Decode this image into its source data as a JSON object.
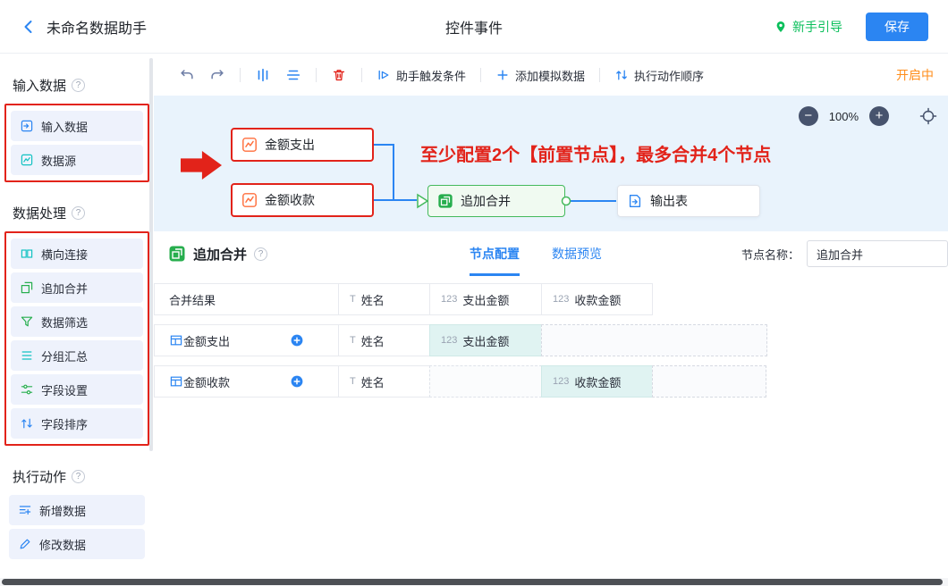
{
  "colors": {
    "accent_blue": "#2b85f2",
    "highlight_red": "#e2231a",
    "green": "#27ae4e",
    "teal": "#13c2c2",
    "orange_status": "#ff8d1a",
    "guide_green": "#0abf5b",
    "canvas_bg": "#e9f3fc",
    "teal_cell_bg": "#e0f3f2",
    "sidebar_item_bg": "#eef2fc"
  },
  "icons": {
    "help": "?",
    "zoom_out": "−",
    "zoom_in": "+"
  },
  "header": {
    "title": "未命名数据助手",
    "page_title": "控件事件",
    "guide": "新手引导",
    "save": "保存"
  },
  "sidebar": {
    "sections": [
      {
        "title": "输入数据",
        "items": [
          {
            "label": "输入数据"
          },
          {
            "label": "数据源"
          }
        ]
      },
      {
        "title": "数据处理",
        "items": [
          {
            "label": "横向连接"
          },
          {
            "label": "追加合并"
          },
          {
            "label": "数据筛选"
          },
          {
            "label": "分组汇总"
          },
          {
            "label": "字段设置"
          },
          {
            "label": "字段排序"
          }
        ]
      },
      {
        "title": "执行动作",
        "items": [
          {
            "label": "新增数据"
          },
          {
            "label": "修改数据"
          }
        ]
      }
    ]
  },
  "toolbar": {
    "trigger": "助手触发条件",
    "mock": "添加模拟数据",
    "order": "执行动作顺序",
    "status": "开启中"
  },
  "canvas": {
    "zoom": "100%",
    "annotation": "至少配置2个【前置节点】，最多合并4个节点",
    "nodes": {
      "source1": "金额支出",
      "source2": "金额收款",
      "merge": "追加合并",
      "output": "输出表"
    }
  },
  "panel": {
    "title": "追加合并",
    "tabs": [
      {
        "label": "节点配置"
      },
      {
        "label": "数据预览"
      }
    ],
    "node_name_label": "节点名称：",
    "node_name_value": "追加合并",
    "table": {
      "headers": [
        {
          "glyph": "",
          "label": "合并结果"
        },
        {
          "glyph": "T",
          "label": "姓名"
        },
        {
          "glyph": "123",
          "label": "支出金额"
        },
        {
          "glyph": "123",
          "label": "收款金额"
        }
      ],
      "rows": [
        {
          "source": "金额支出",
          "cells": [
            {
              "glyph": "T",
              "label": "姓名"
            },
            {
              "glyph": "123",
              "label": "支出金额"
            }
          ]
        },
        {
          "source": "金额收款",
          "cells": [
            {
              "glyph": "T",
              "label": "姓名"
            },
            {
              "glyph": "123",
              "label": "收款金额"
            }
          ]
        }
      ]
    }
  }
}
